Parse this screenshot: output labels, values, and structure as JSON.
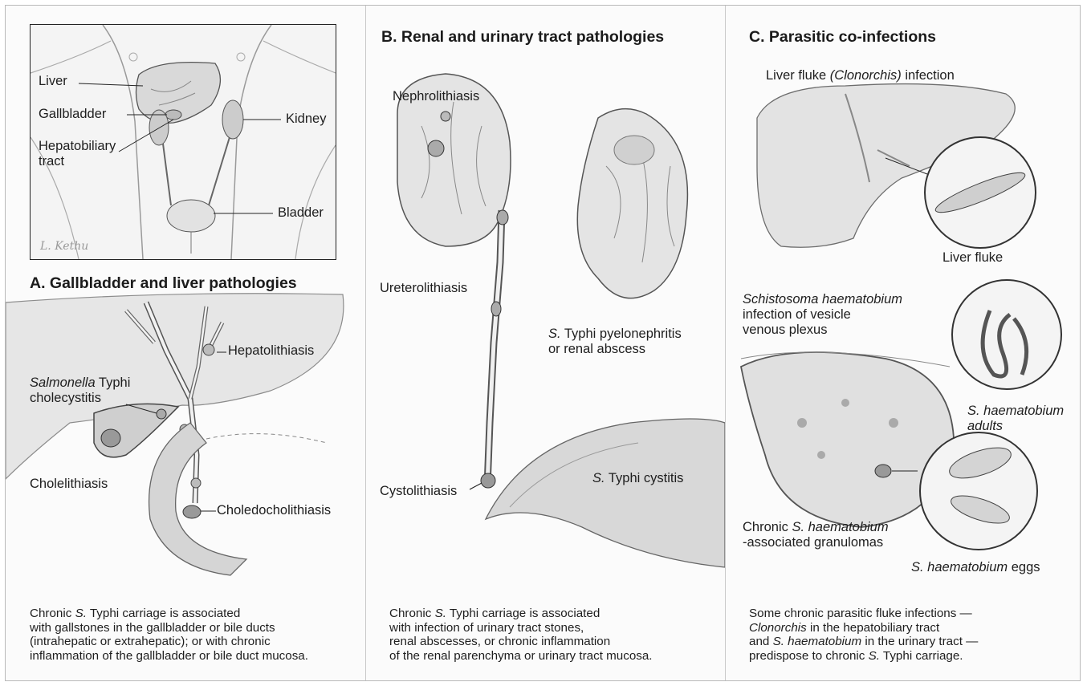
{
  "panel_a": {
    "inset_labels": {
      "liver": "Liver",
      "gallbladder": "Gallbladder",
      "hepatobiliary_1": "Hepatobiliary",
      "hepatobiliary_2": "tract",
      "kidney": "Kidney",
      "bladder": "Bladder"
    },
    "signature": "L. Kethu",
    "title": "A. Gallbladder and liver pathologies",
    "labels": {
      "hepatolithiasis": "Hepatolithiasis",
      "salmonella_italic": "Salmonella",
      "salmonella_rest": " Typhi",
      "cholecystitis": "cholecystitis",
      "cholelithiasis": "Cholelithiasis",
      "choledocholithiasis": "Choledocholithiasis"
    },
    "caption": {
      "l1_pre": "Chronic ",
      "l1_it": "S.",
      "l1_post": " Typhi carriage is associated",
      "l2": "with gallstones in the gallbladder or bile ducts",
      "l3": "(intrahepatic or extrahepatic); or with chronic",
      "l4": "inflammation of the gallbladder or bile duct mucosa."
    }
  },
  "panel_b": {
    "title": "B. Renal and urinary tract pathologies",
    "labels": {
      "nephrolithiasis": "Nephrolithiasis",
      "ureterolithiasis": "Ureterolithiasis",
      "pyelo_it": "S.",
      "pyelo_rest": " Typhi pyelonephritis",
      "pyelo_2": "or renal abscess",
      "cystolithiasis": "Cystolithiasis",
      "cystitis_it": "S.",
      "cystitis_rest": " Typhi cystitis"
    },
    "caption": {
      "l1_pre": "Chronic ",
      "l1_it": "S.",
      "l1_post": " Typhi carriage is associated",
      "l2": "with infection of urinary tract stones,",
      "l3": "renal abscesses, or chronic inflammation",
      "l4": "of the renal parenchyma or urinary tract mucosa."
    }
  },
  "panel_c": {
    "title": "C. Parasitic co-infections",
    "labels": {
      "liverfluke_pre": "Liver fluke ",
      "liverfluke_it": "(Clonorchis)",
      "liverfluke_post": " infection",
      "liver_fluke": "Liver fluke",
      "schisto_1": "Schistosoma haematobium",
      "schisto_2": "infection of vesicle",
      "schisto_3": "venous plexus",
      "adults_1": "S. haematobium",
      "adults_2": "adults",
      "chronic_pre": "Chronic ",
      "chronic_it": "S. haematobium",
      "chronic_2": "-associated granulomas",
      "eggs_it": "S. haematobium",
      "eggs_post": " eggs"
    },
    "caption": {
      "l1": "Some chronic parasitic fluke infections —",
      "l2_it": "Clonorchis",
      "l2_post": " in the hepatobiliary tract",
      "l3_pre": "and ",
      "l3_it": "S. haematobium",
      "l3_post": " in the urinary tract —",
      "l4_pre": "predispose to chronic ",
      "l4_it": "S.",
      "l4_post": " Typhi carriage."
    }
  }
}
